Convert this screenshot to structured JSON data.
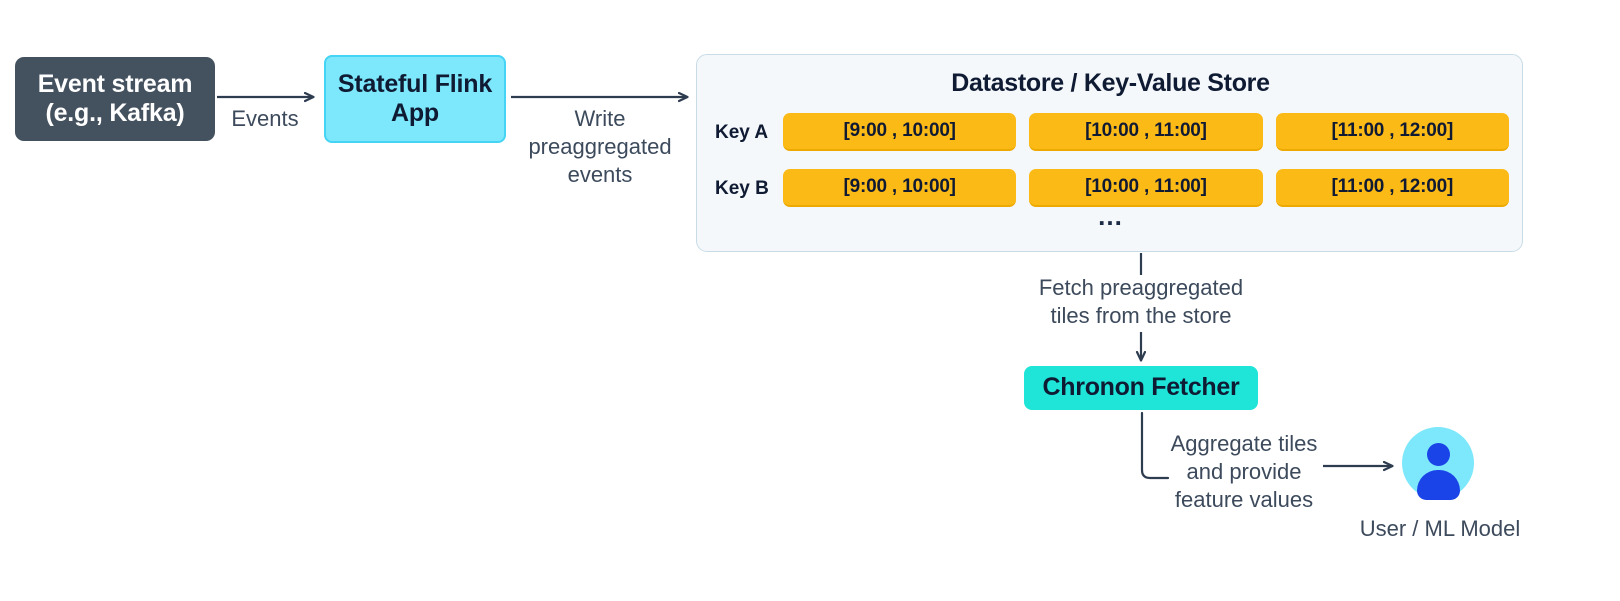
{
  "diagram": {
    "title": "Chronon tiled architecture flow",
    "colors": {
      "event_stream_fill": "#44515F",
      "flink_fill": "#7DE7FB",
      "flink_border": "#46D4F4",
      "datastore_fill": "#F4F8FB",
      "datastore_border": "#C9DCE6",
      "tile_fill": "#FCBA17",
      "tile_shadow": "#EDA900",
      "fetcher_fill": "#1EE5D8",
      "avatar_circle": "#7DE7FB",
      "avatar_person": "#1A44E8",
      "avatar_shadow": "#8B7CF0",
      "text_dark": "#0F1A33",
      "text_muted": "#3C4A5C",
      "arrow": "#2E3C50"
    },
    "nodes": {
      "event_stream": "Event stream\n(e.g., Kafka)",
      "flink_app": "Stateful Flink\nApp",
      "fetcher": "Chronon Fetcher"
    },
    "datastore": {
      "title": "Datastore / Key-Value Store",
      "ellipsis": "...",
      "rows": [
        {
          "key_label": "Key A",
          "tiles": [
            "[9:00 , 10:00]",
            "[10:00 , 11:00]",
            "[11:00 , 12:00]"
          ]
        },
        {
          "key_label": "Key B",
          "tiles": [
            "[9:00 , 10:00]",
            "[10:00 , 11:00]",
            "[11:00 , 12:00]"
          ]
        }
      ]
    },
    "edges": {
      "events": "Events",
      "write": "Write\npreaggregated\nevents",
      "fetch": "Fetch preaggregated\ntiles from the store",
      "aggregate": "Aggregate tiles\nand provide\nfeature values"
    },
    "actor": {
      "caption": "User / ML Model",
      "icon": "user-avatar-icon"
    }
  }
}
